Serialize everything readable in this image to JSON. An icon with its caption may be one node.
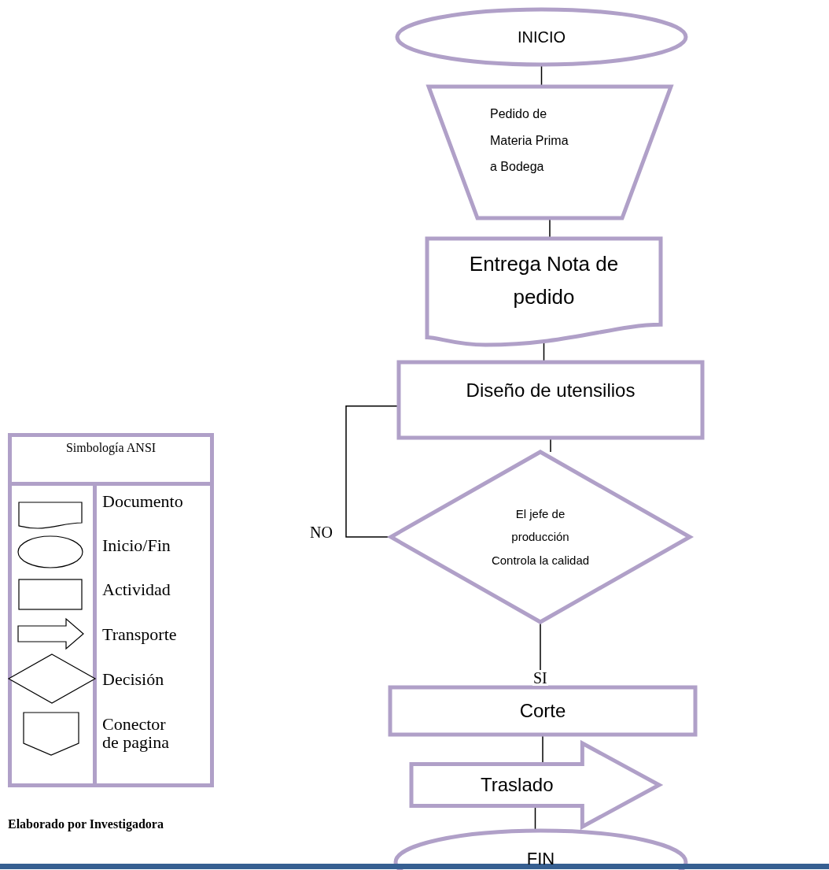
{
  "diagram": {
    "caption": "Elaborado por Investigadora",
    "nodes": [
      {
        "text": [
          "INICIO"
        ]
      },
      {
        "text": [
          "Pedido de Materia Prima a Bodega"
        ]
      },
      {
        "text": [
          "Entrega Nota de pedido"
        ]
      },
      {
        "text": [
          "Diseño  de utensilios"
        ]
      },
      {
        "text": [
          "El jefe de producción Controla la calidad"
        ]
      },
      {
        "text": [
          "Corte"
        ]
      },
      {
        "text": [
          "Traslado"
        ]
      },
      {
        "text": [
          "FIN"
        ]
      }
    ],
    "edges": [
      {
        "from": 0,
        "to": 1,
        "arrow": "none"
      },
      {
        "from": 1,
        "to": 2,
        "arrow": "none"
      },
      {
        "from": 2,
        "to": 3,
        "arrow": "none"
      },
      {
        "from": 3,
        "to": 4,
        "arrow": "none"
      },
      {
        "from": 4,
        "to": 3,
        "arrow": "none",
        "label": "NO"
      },
      {
        "from": 4,
        "to": 5,
        "arrow": "none",
        "label": "SI"
      },
      {
        "from": 5,
        "to": 6,
        "arrow": "none"
      },
      {
        "from": 6,
        "to": 7,
        "arrow": "none"
      }
    ],
    "labels": [
      "Simbología ANSI"
    ],
    "legend": [
      {
        "text": "Documento"
      },
      {
        "text": "Inicio/Fin"
      },
      {
        "text": "Actividad"
      },
      {
        "text": "Transporte"
      },
      {
        "text": "Decisión"
      },
      {
        "text": "Conector de pagina"
      }
    ]
  }
}
